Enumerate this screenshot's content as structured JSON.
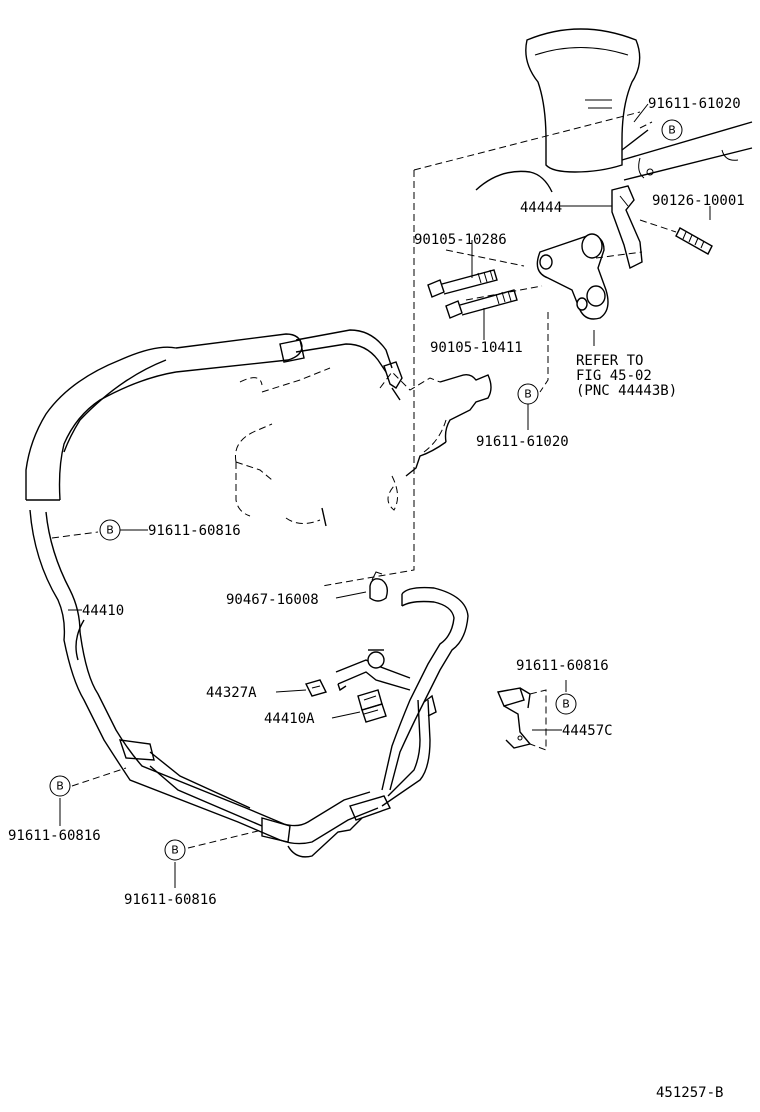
{
  "labels": {
    "p_91611_61020_top": "91611-61020",
    "p_44444": "44444",
    "p_90126_10001": "90126-10001",
    "p_90105_10286": "90105-10286",
    "p_90105_10411": "90105-10411",
    "refer_line1": "REFER TO",
    "refer_line2": "FIG 45-02",
    "refer_line3": "(PNC 44443B)",
    "p_91611_61020_mid": "91611-61020",
    "p_91611_60816_upper": "91611-60816",
    "p_44410": "44410",
    "p_90467_16008": "90467-16008",
    "p_44327A": "44327A",
    "p_44410A": "44410A",
    "p_91611_60816_right": "91611-60816",
    "p_44457C": "44457C",
    "p_91611_60816_lower_left": "91611-60816",
    "p_91611_60816_bottom": "91611-60816",
    "diagram_code": "451257-B"
  },
  "callout_letter": "B"
}
